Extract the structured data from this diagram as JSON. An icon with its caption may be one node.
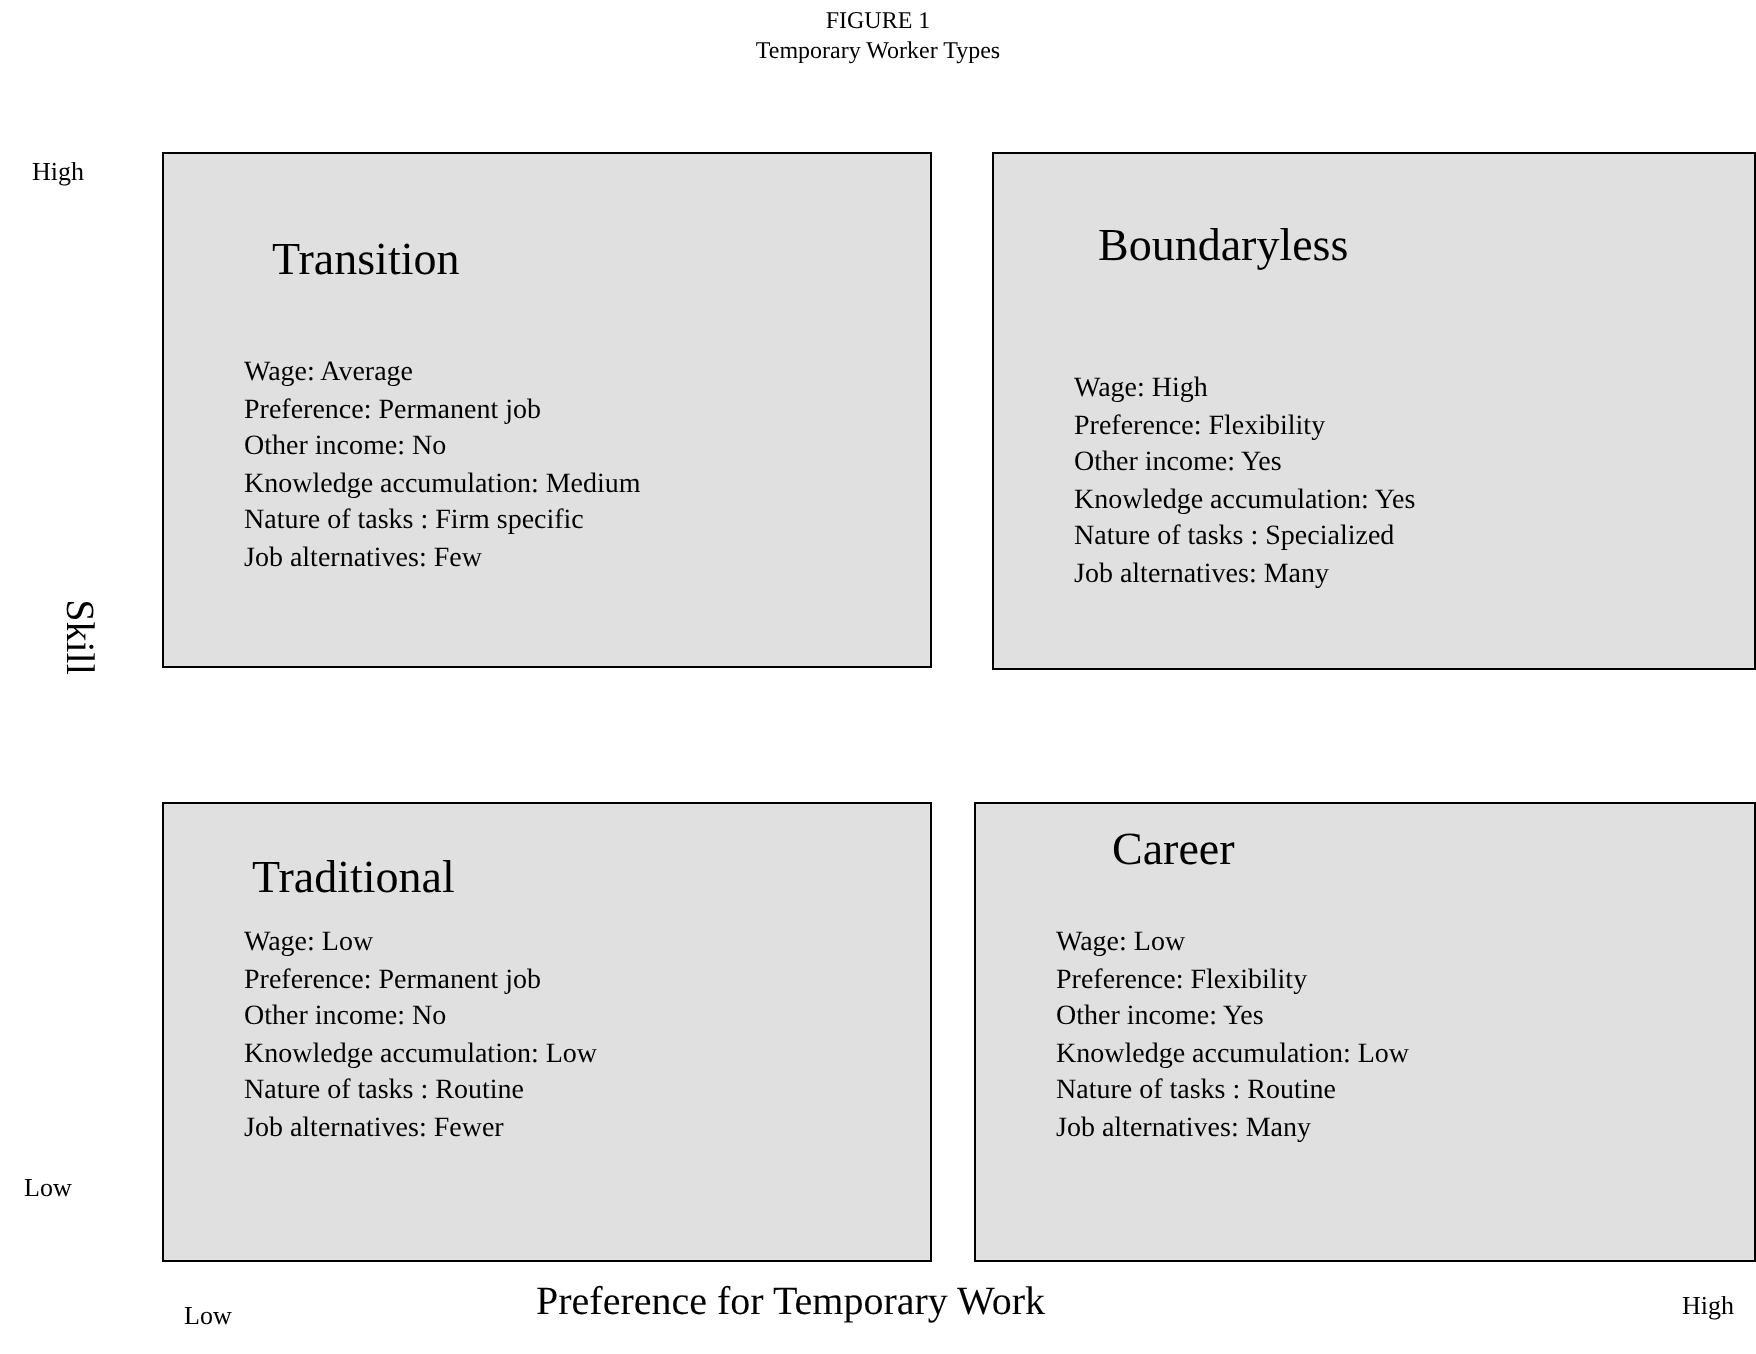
{
  "diagram": {
    "title": "Temporary Worker Types",
    "nodes": [
      {
        "text": [
          "Transition",
          "Wage: Average",
          "Preference: Permanent job",
          "Other income: No",
          "Knowledge accumulation: Medium",
          "Nature of tasks : Firm specific",
          "Job alternatives: Few"
        ]
      },
      {
        "text": [
          "Boundaryless",
          "Wage: High",
          "Preference: Flexibility",
          "Other income: Yes",
          "Knowledge accumulation: Yes",
          "Nature of tasks : Specialized",
          "Job alternatives: Many"
        ]
      },
      {
        "text": [
          "Traditional",
          "Wage: Low",
          "Preference: Permanent job",
          "Other income: No",
          "Knowledge accumulation: Low",
          "Nature of tasks : Routine",
          "Job alternatives: Fewer"
        ]
      },
      {
        "text": [
          "Career",
          "Wage: Low",
          "Preference: Flexibility",
          "Other income: Yes",
          "Knowledge accumulation: Low",
          "Nature of tasks : Routine",
          "Job alternatives: Many"
        ]
      }
    ],
    "labels": [
      "FIGURE 1",
      "High",
      "Skill",
      "Low",
      "Low",
      "Preference for Temporary Work",
      "High"
    ]
  }
}
